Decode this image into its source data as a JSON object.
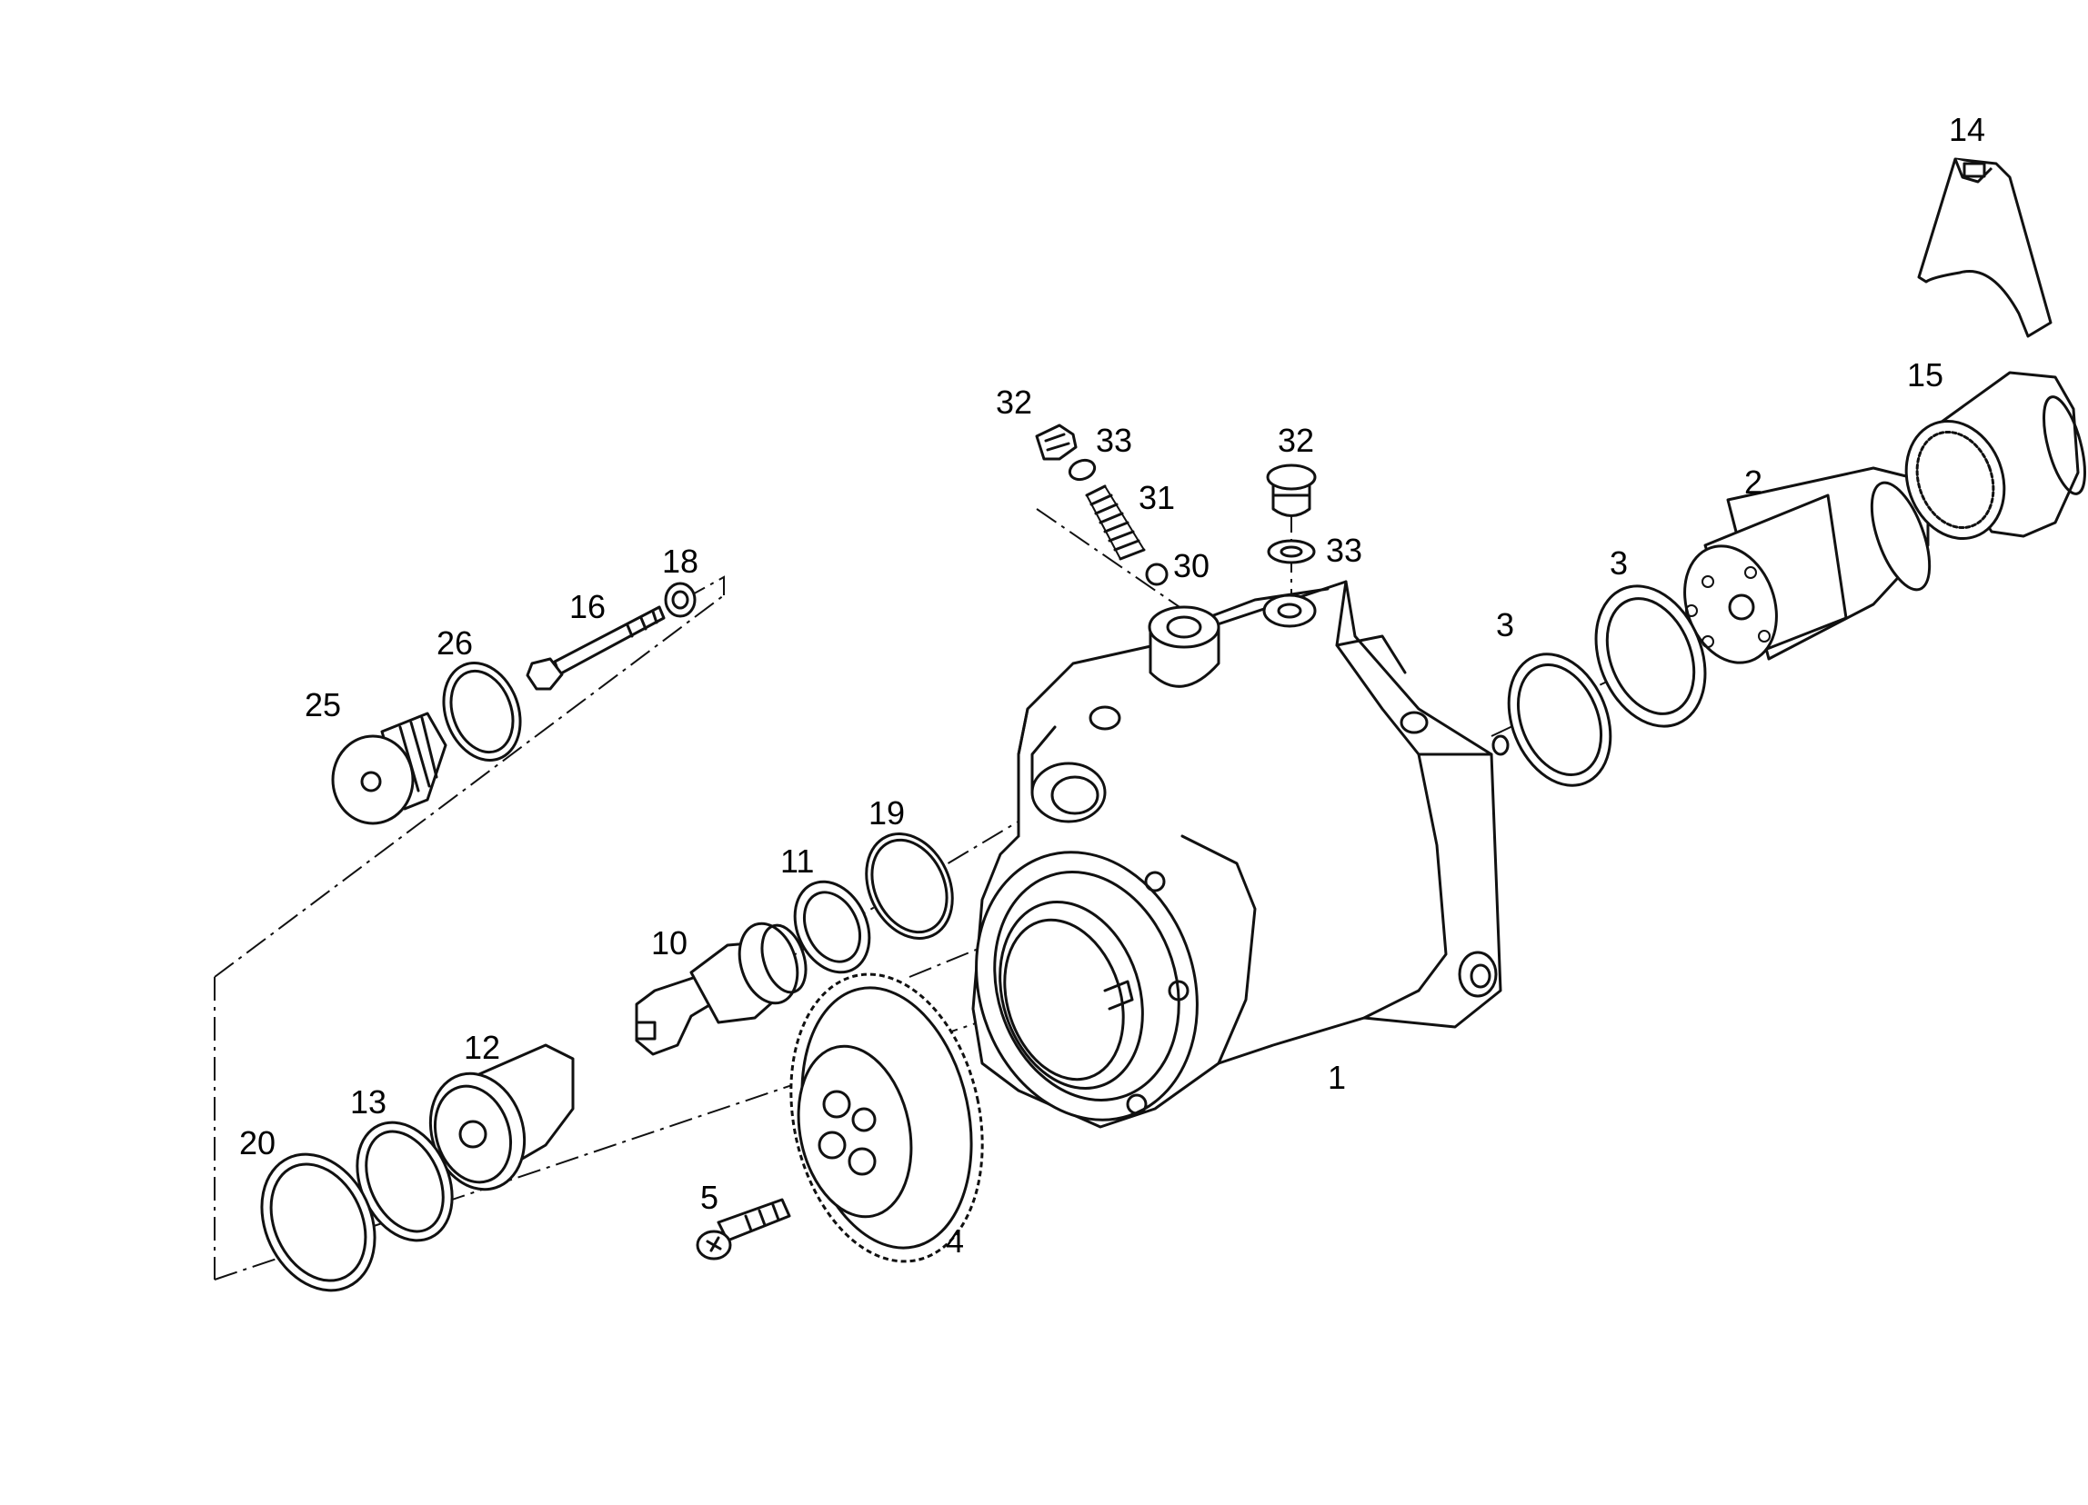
{
  "diagram": {
    "type": "exploded-parts-view",
    "callouts": [
      {
        "id": "c1",
        "text": "1"
      },
      {
        "id": "c2",
        "text": "2"
      },
      {
        "id": "c3a",
        "text": "3"
      },
      {
        "id": "c3b",
        "text": "3"
      },
      {
        "id": "c4",
        "text": "4"
      },
      {
        "id": "c5",
        "text": "5"
      },
      {
        "id": "c10",
        "text": "10"
      },
      {
        "id": "c11",
        "text": "11"
      },
      {
        "id": "c12",
        "text": "12"
      },
      {
        "id": "c13",
        "text": "13"
      },
      {
        "id": "c14",
        "text": "14"
      },
      {
        "id": "c15",
        "text": "15"
      },
      {
        "id": "c16",
        "text": "16"
      },
      {
        "id": "c18",
        "text": "18"
      },
      {
        "id": "c19",
        "text": "19"
      },
      {
        "id": "c20",
        "text": "20"
      },
      {
        "id": "c25",
        "text": "25"
      },
      {
        "id": "c26",
        "text": "26"
      },
      {
        "id": "c30",
        "text": "30"
      },
      {
        "id": "c31",
        "text": "31"
      },
      {
        "id": "c32a",
        "text": "32"
      },
      {
        "id": "c32b",
        "text": "32"
      },
      {
        "id": "c33a",
        "text": "33"
      },
      {
        "id": "c33b",
        "text": "33"
      }
    ]
  }
}
